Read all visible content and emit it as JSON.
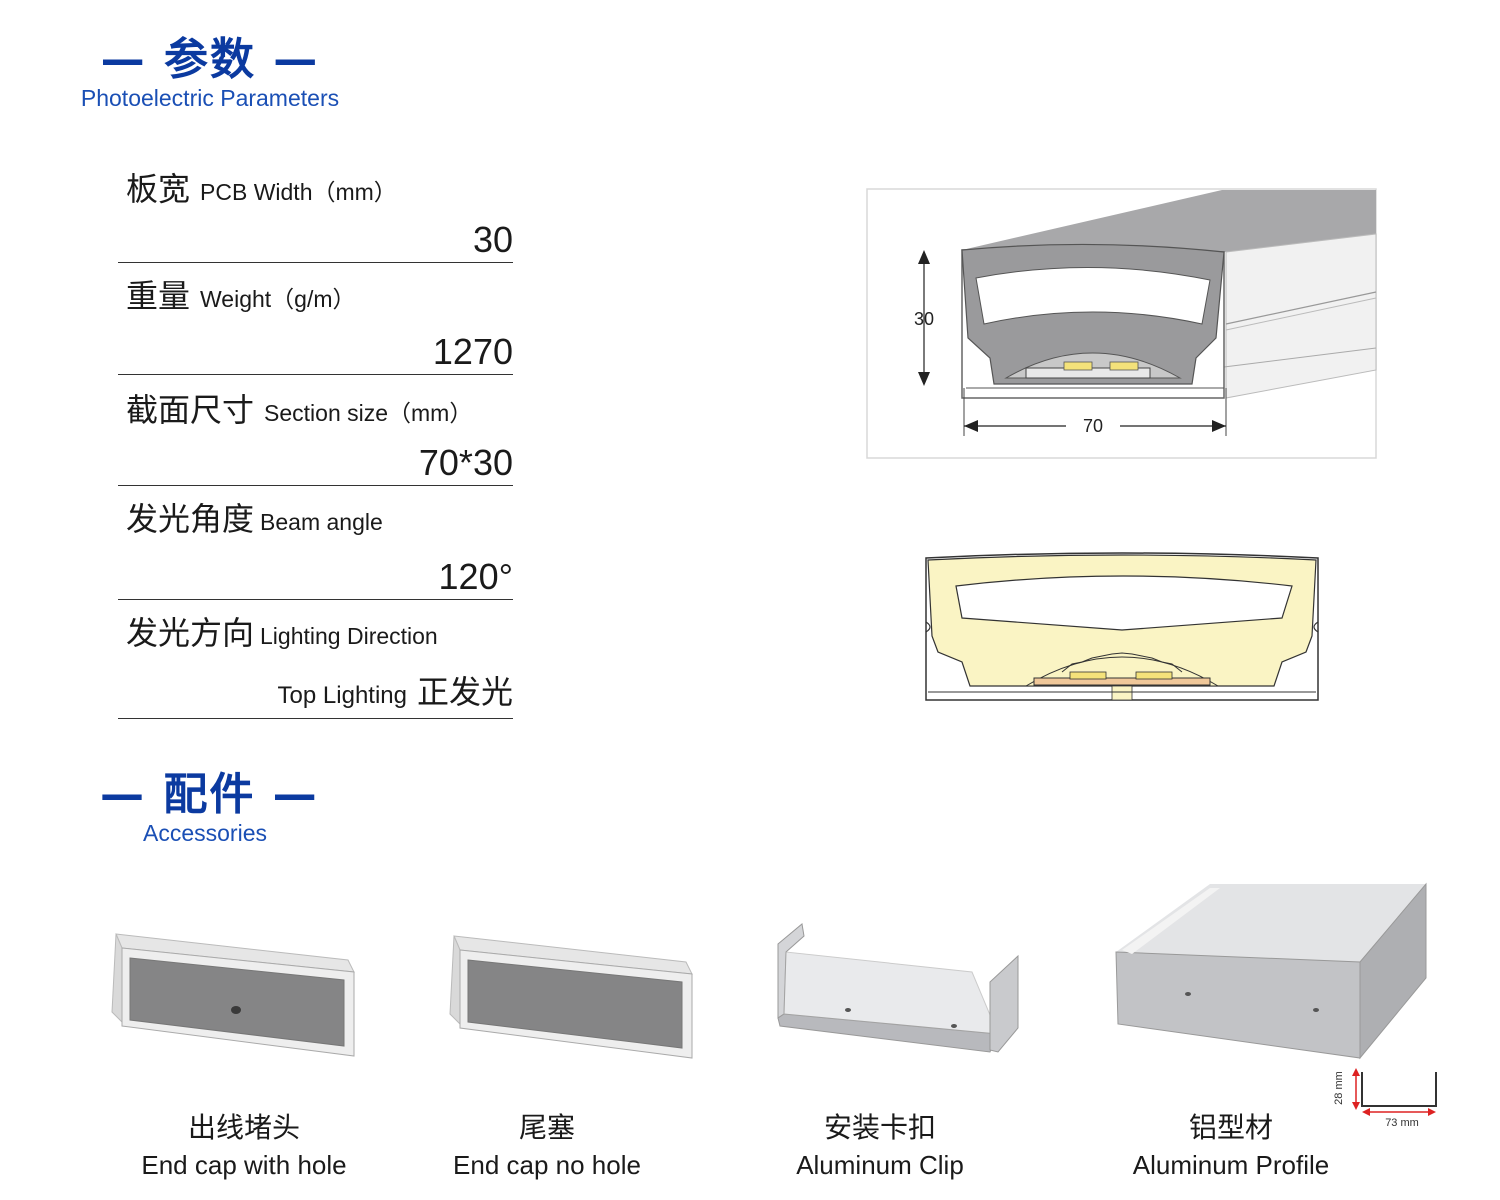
{
  "section1": {
    "title": "— 参数 —",
    "subtitle": "Photoelectric Parameters"
  },
  "params": [
    {
      "zh": "板宽",
      "en": "PCB Width（mm）",
      "value": "30"
    },
    {
      "zh": "重量",
      "en": "Weight（g/m）",
      "value": "1270"
    },
    {
      "zh": "截面尺寸",
      "en": "Section size（mm）",
      "value": "70*30"
    },
    {
      "zh": "发光角度",
      "en": "Beam angle",
      "value": "120°"
    },
    {
      "zh": "发光方向",
      "en": "Lighting Direction",
      "value_en": "Top Lighting",
      "value_zh": "正发光"
    }
  ],
  "diagram": {
    "height_label": "30",
    "width_label": "70"
  },
  "section2": {
    "title": "— 配件 —",
    "subtitle": "Accessories"
  },
  "accessories": [
    {
      "zh": "出线堵头",
      "en": "End cap with hole"
    },
    {
      "zh": "尾塞",
      "en": "End cap no hole"
    },
    {
      "zh": "安装卡扣",
      "en": "Aluminum Clip"
    },
    {
      "zh": "铝型材",
      "en": "Aluminum Profile"
    }
  ],
  "profile_dims": {
    "height": "28 mm",
    "width": "73 mm"
  },
  "colors": {
    "brand_blue": "#0b3aa0",
    "glow_yellow": "#faf4c4",
    "led_yellow": "#f4e27a"
  }
}
